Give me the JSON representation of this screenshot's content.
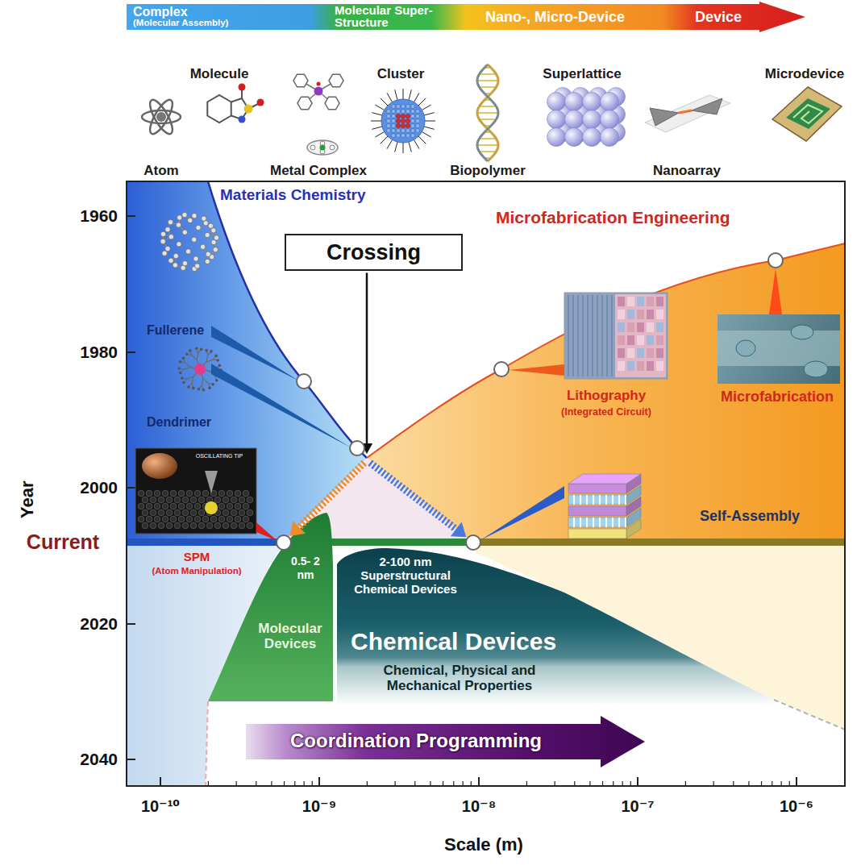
{
  "diagram": {
    "nodes": [
      {
        "text": [
          "Complex",
          "(Molecular Assembly)",
          "Molecular Super-Structure",
          "Nano-, Micro-Device",
          "Device"
        ]
      },
      {
        "text": [
          "Crossing"
        ]
      },
      {
        "text": [
          "0.5- 2 nm",
          "Molecular Devices"
        ]
      },
      {
        "text": [
          "2-100 nm Superstructural Chemical Devices",
          "Chemical Devices",
          "Chemical, Physical and Mechanical Properties"
        ]
      },
      {
        "text": [
          "Coordination Programming"
        ]
      }
    ],
    "labels": [
      "Molecule",
      "Cluster",
      "Superlattice",
      "Microdevice",
      "Atom",
      "Metal Complex",
      "Biopolymer",
      "Nanoarray",
      "Materials Chemistry",
      "Microfabrication Engineering",
      "Fullerene",
      "Lithography",
      "(Integrated Circuit)",
      "Microfabrication",
      "Dendrimer",
      "Self-Assembly",
      "SPM",
      "(Atom Manipulation)",
      "Current",
      "Year",
      "1960",
      "1980",
      "2000",
      "2020",
      "2040",
      "10⁻¹⁰",
      "10⁻⁹",
      "10⁻⁸",
      "10⁻⁷",
      "10⁻⁶",
      "Scale (m)",
      "OSCILLATING TIP"
    ]
  }
}
